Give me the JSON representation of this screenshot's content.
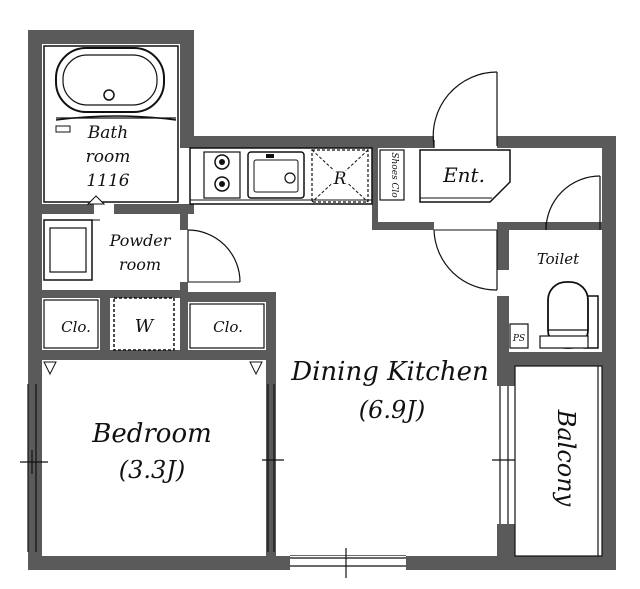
{
  "rooms": {
    "bath": {
      "line1": "Bath",
      "line2": "room",
      "line3": "1116"
    },
    "powder": {
      "line1": "Powder",
      "line2": "room"
    },
    "washer": "W",
    "closet_left": "Clo.",
    "closet_right": "Clo.",
    "bedroom": {
      "name": "Bedroom",
      "size": "(3.3J)"
    },
    "dining_kitchen": {
      "name": "Dining Kitchen",
      "size": "(6.9J)"
    },
    "fridge": "R",
    "shoes_closet": "Shoes Clo",
    "entrance": "Ent.",
    "toilet": "Toilet",
    "pipe_space": "PS",
    "balcony": "Balcony"
  },
  "colors": {
    "wall": "#5a5a5a",
    "line": "#111111",
    "background": "#ffffff"
  }
}
